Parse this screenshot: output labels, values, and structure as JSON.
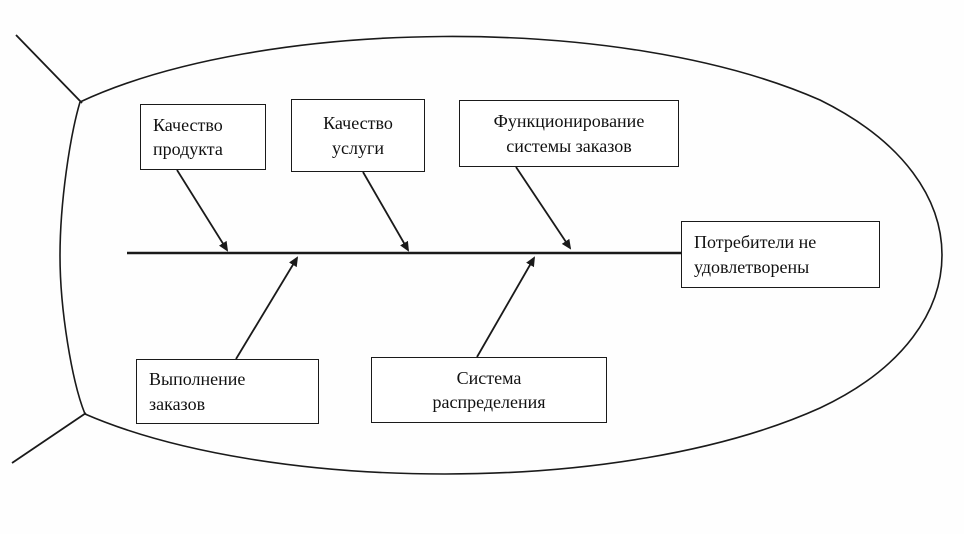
{
  "diagram": {
    "type": "fishbone",
    "language": "ru",
    "line_color": "#1a1a1a",
    "background_color": "#ffffff",
    "effect_box": {
      "label": "Потребители не\nудовлетворены"
    },
    "top_causes": [
      {
        "label": "Качество\nпродукта"
      },
      {
        "label": "Качество\nуслуги"
      },
      {
        "label": "Функционирование\nсистемы заказов"
      }
    ],
    "bottom_causes": [
      {
        "label": "Выполнение\nзаказов"
      },
      {
        "label": "Система\nраспределения"
      }
    ]
  }
}
